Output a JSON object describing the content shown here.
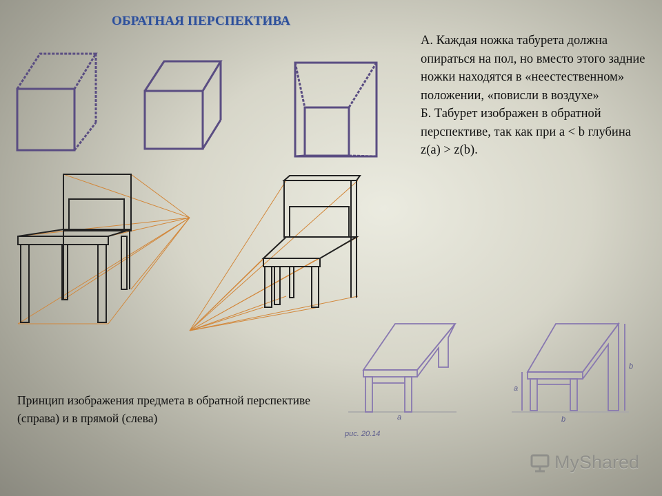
{
  "title": "ОБРАТНАЯ ПЕРСПЕКТИВА",
  "text": {
    "a": "А.  Каждая ножка табурета должна опираться на пол, но вместо этого задние ножки находятся в «неестественном» положении, «повисли в воздухе»",
    "b": "Б.  Табурет изображен в обратной перспективе, так как при a < b глубина z(a) > z(b)."
  },
  "caption": "Принцип изображения предмета в обратной перспективе (справа) и в прямой (слева)",
  "figure": {
    "label": "рис. 20.14",
    "a1": "a",
    "a2": "a",
    "b1": "b",
    "b2": "b"
  },
  "logo": "MyShared",
  "colors": {
    "title": "#2c4f9a",
    "cube_stroke": "#5a4d82",
    "ray": "#d2873a",
    "figure_stroke": "#8878b0"
  }
}
